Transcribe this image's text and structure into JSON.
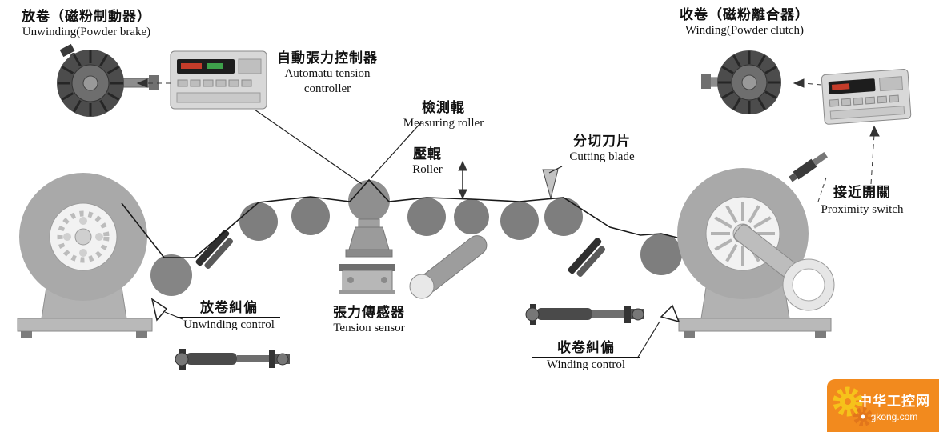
{
  "colors": {
    "machine_gray": "#a9a9a9",
    "roller_gray": "#7e7e7e",
    "dark_device": "#4c4c4c",
    "panel_gray": "#d8d8d8",
    "line": "#1a1a1a",
    "watermark_orange": "#f28a1e",
    "watermark_yellow": "#f6c21a"
  },
  "labels": {
    "unwinding": {
      "zh": "放卷（磁粉制動器）",
      "en": "Unwinding(Powder brake)"
    },
    "tension_controller": {
      "zh": "自動張力控制器",
      "en1": "Automatu tension",
      "en2": "controller"
    },
    "measuring_roller": {
      "zh": "檢測輥",
      "en": "Measuring roller"
    },
    "pressure_roller": {
      "zh": "壓輥",
      "en": "Roller"
    },
    "cutting_blade": {
      "zh": "分切刀片",
      "en": "Cutting blade"
    },
    "winding": {
      "zh": "收卷（磁粉離合器）",
      "en": "Winding(Powder clutch)"
    },
    "proximity_switch": {
      "zh": "接近開關",
      "en": "Proximity switch"
    },
    "unwinding_control": {
      "zh": "放卷糾偏",
      "en": "Unwinding control"
    },
    "tension_sensor": {
      "zh": "張力傳感器",
      "en": "Tension sensor"
    },
    "winding_control": {
      "zh": "收卷糾偏",
      "en": "Winding control"
    }
  },
  "watermark": {
    "site_name": "中华工控网",
    "site_url": "gkong.com"
  }
}
